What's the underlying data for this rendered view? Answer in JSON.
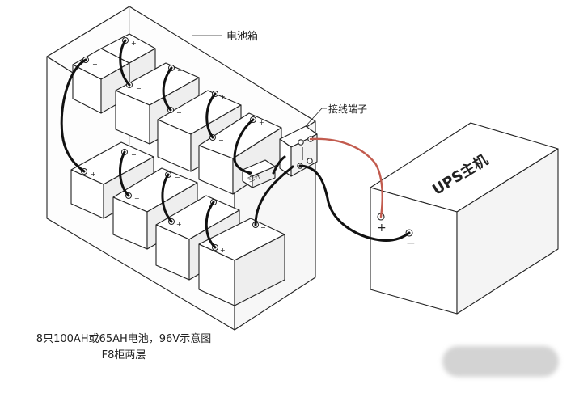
{
  "labels": {
    "cabinet": "电池箱",
    "terminal": "接线端子",
    "ups": "UPS主机",
    "switch": "空开",
    "plus": "+",
    "minus": "−"
  },
  "caption": {
    "line1": "8只100AH或65AH电池，96V示意图",
    "line2": "F8柜两层"
  },
  "colors": {
    "line": "#222222",
    "cable_dark": "#111111",
    "cable_red": "#c25b4e",
    "paper": "#ffffff",
    "blur": "#d3d3d3"
  },
  "icons": [
    "battery",
    "terminal-block",
    "breaker-switch",
    "ups-cabinet"
  ]
}
